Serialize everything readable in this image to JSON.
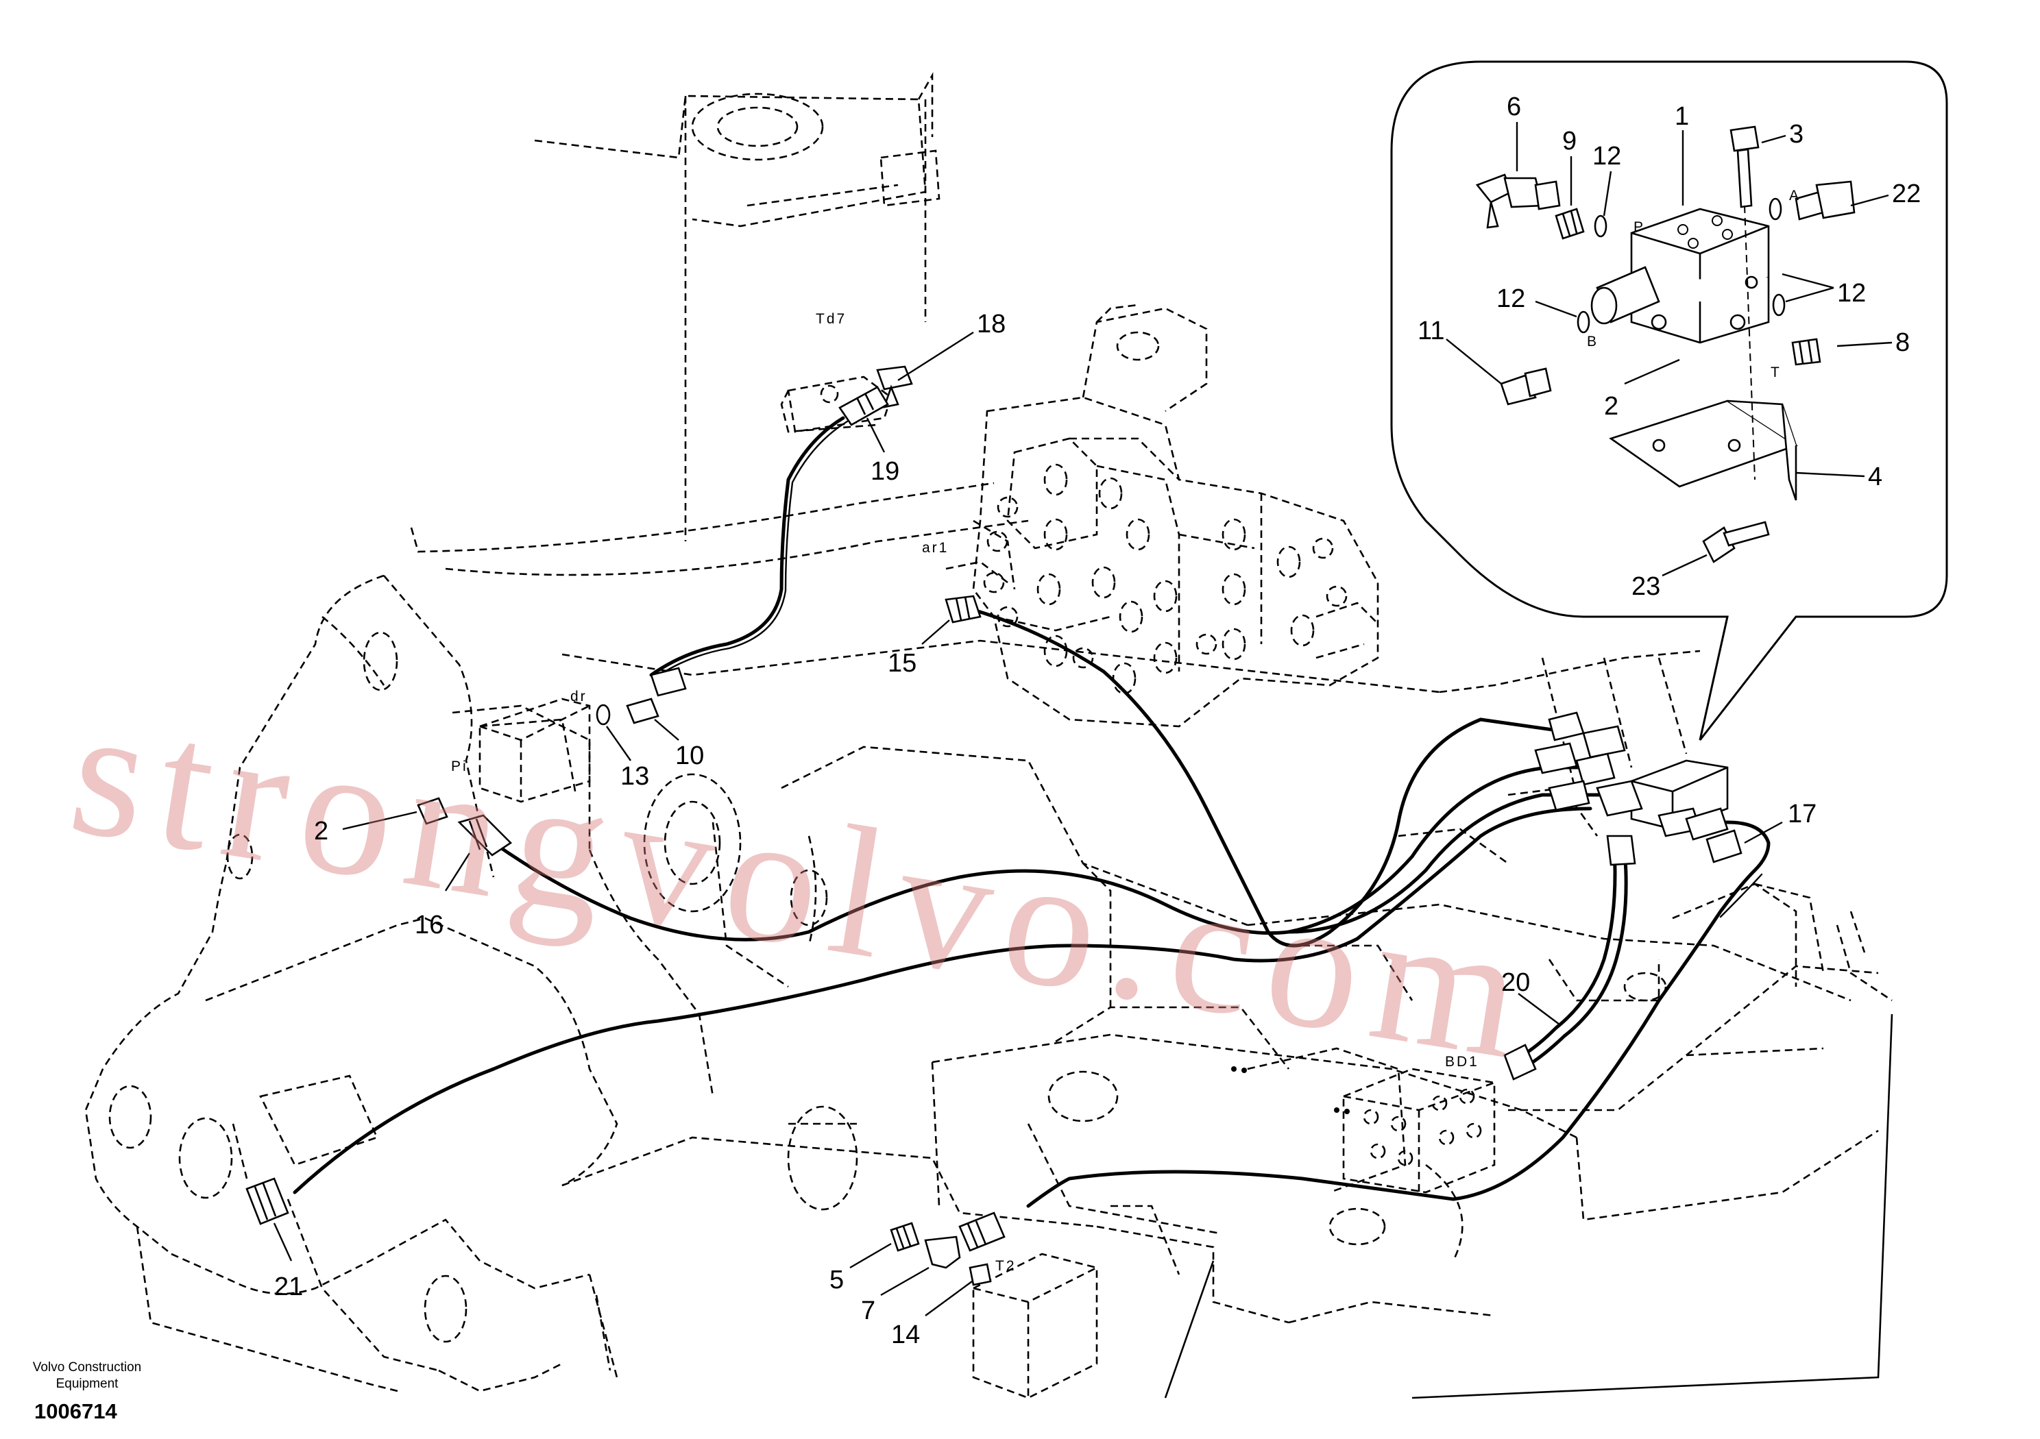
{
  "diagram": {
    "callouts": [
      "1",
      "2",
      "3",
      "4",
      "5",
      "6",
      "7",
      "8",
      "9",
      "10",
      "11",
      "12",
      "13",
      "14",
      "15",
      "16",
      "17",
      "18",
      "19",
      "20",
      "21",
      "22",
      "23"
    ],
    "inset_callouts": {
      "c1": "1",
      "c2": "2",
      "c3": "3",
      "c4": "4",
      "c6": "6",
      "c8": "8",
      "c9": "9",
      "c11": "11",
      "c12a": "12",
      "c12b": "12",
      "c12c": "12",
      "c22": "22",
      "c23": "23"
    },
    "main_callouts": {
      "c2": "2",
      "c5": "5",
      "c7": "7",
      "c10": "10",
      "c13": "13",
      "c14": "14",
      "c15": "15",
      "c16": "16",
      "c17": "17",
      "c18": "18",
      "c19": "19",
      "c20": "20",
      "c21": "21"
    },
    "port_labels": {
      "P": "P",
      "A": "A",
      "B": "B",
      "T": "T",
      "Td7": "Td7",
      "dr": "dr",
      "Pi": "Pi",
      "ar1": "ar1",
      "BD1": "BD1",
      "T2": "T2"
    },
    "watermark": "strongvolvo.com"
  },
  "footer": {
    "maker": "Volvo Construction Equipment",
    "drawing_number": "1006714"
  }
}
